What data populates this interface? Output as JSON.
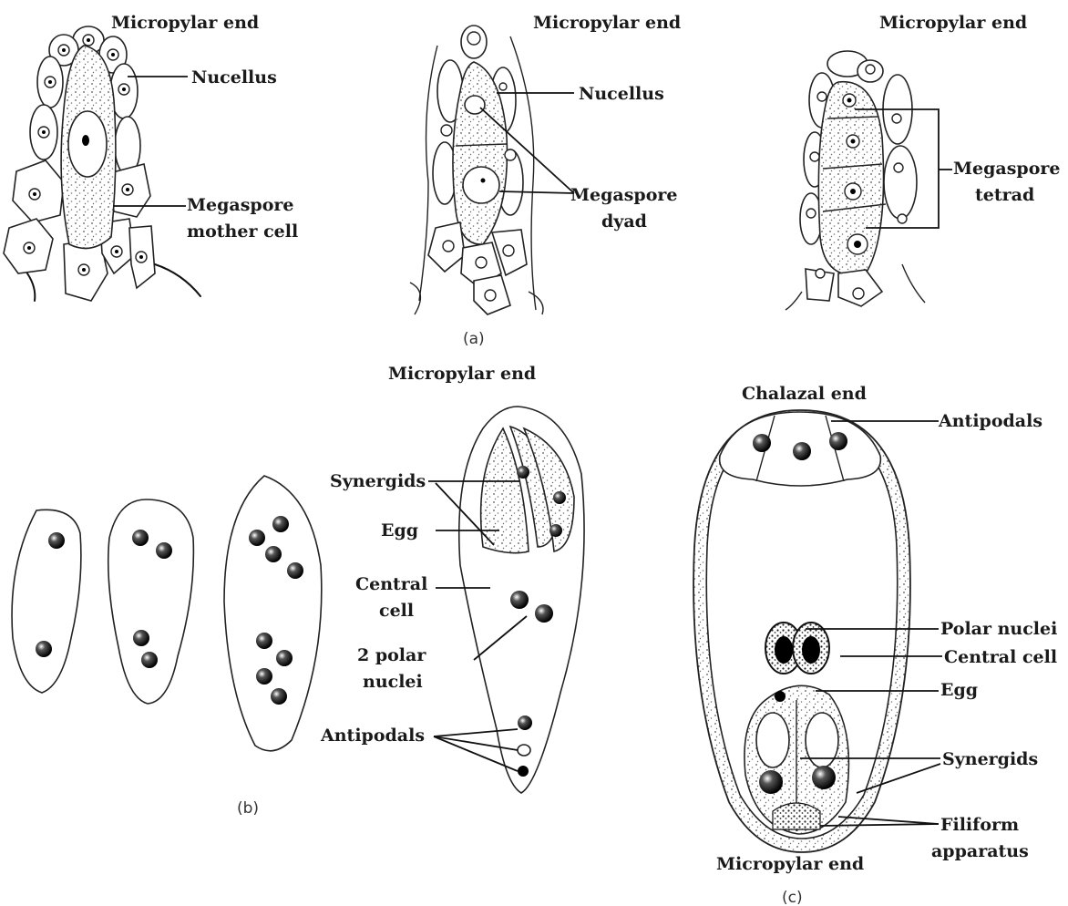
{
  "figure": {
    "a": {
      "caption": "(a)",
      "panel1": {
        "top_label": "Micropylar end",
        "nucellus": "Nucellus",
        "mmc_line1": "Megaspore",
        "mmc_line2": "mother cell"
      },
      "panel2": {
        "top_label": "Micropylar end",
        "nucellus": "Nucellus",
        "dyad_line1": "Megaspore",
        "dyad_line2": "dyad"
      },
      "panel3": {
        "top_label": "Micropylar end",
        "tetrad_line1": "Megaspore",
        "tetrad_line2": "tetrad"
      }
    },
    "b": {
      "caption": "(b)",
      "top_label": "Micropylar end",
      "synergids": "Synergids",
      "egg": "Egg",
      "central_line1": "Central",
      "central_line2": "cell",
      "polar_line1": "2 polar",
      "polar_line2": "nuclei",
      "antipodals": "Antipodals"
    },
    "c": {
      "caption": "(c)",
      "top_label": "Chalazal end",
      "antipodals": "Antipodals",
      "polar_nuclei": "Polar nuclei",
      "central_cell": "Central cell",
      "egg": "Egg",
      "synergids": "Synergids",
      "filiform_line1": "Filiform",
      "filiform_line2": "apparatus",
      "bottom_label": "Micropylar end"
    }
  },
  "colors": {
    "ink": "#111111",
    "stipple": "#9a9a9a",
    "background": "#ffffff"
  }
}
